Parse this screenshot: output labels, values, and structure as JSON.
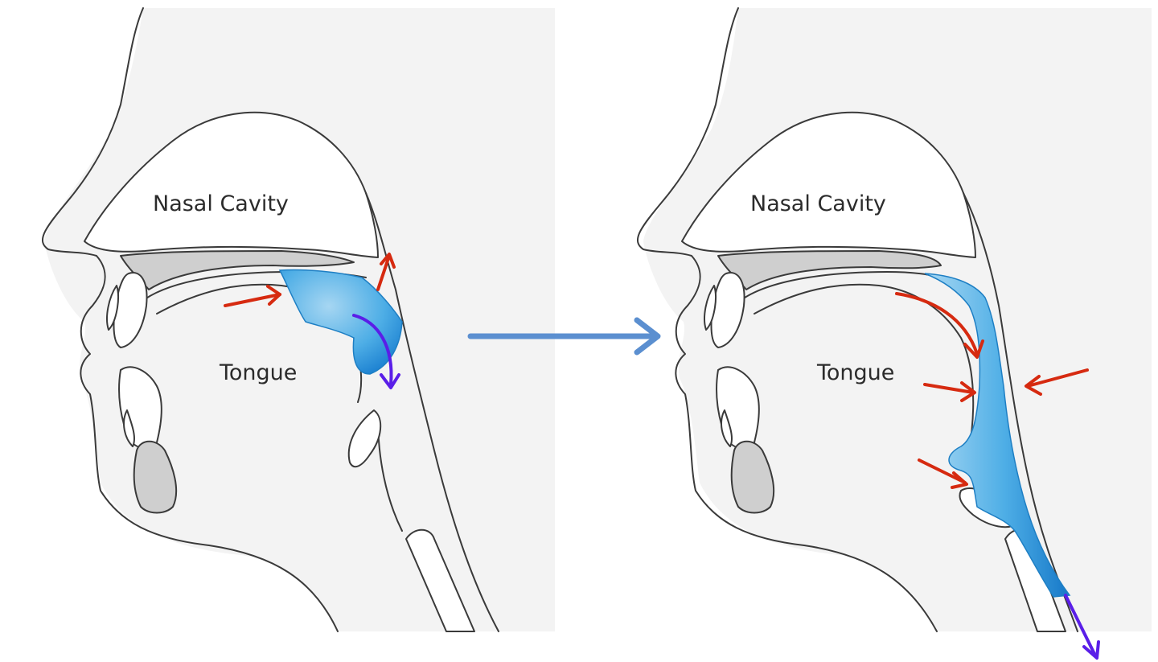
{
  "panels": [
    {
      "id": "before",
      "labels": {
        "nasal_cavity": "Nasal Cavity",
        "tongue": "Tongue"
      }
    },
    {
      "id": "after",
      "labels": {
        "nasal_cavity": "Nasal Cavity",
        "tongue": "Tongue"
      }
    }
  ],
  "colors": {
    "bolus": "#3fa2dc",
    "force_arrow": "#d62a10",
    "flow_arrow": "#5a1ee8",
    "transition_arrow": "#5b8fd0",
    "tissue": "#f3f3f3",
    "bone": "#cfcfcf"
  }
}
